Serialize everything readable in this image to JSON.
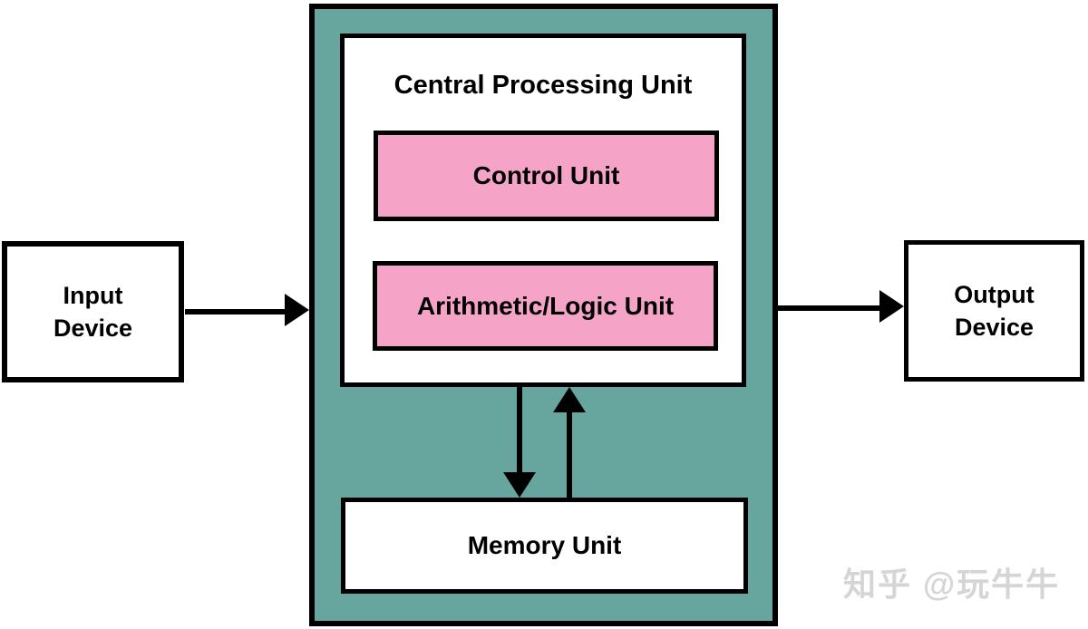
{
  "colors": {
    "background": "#FFFFFF",
    "cpu_fill": "#67A69E",
    "unit_fill": "#F5A4C8",
    "line": "#000000",
    "watermark_text": "#D5D5D5"
  },
  "cpu": {
    "title": "Central Processing Unit",
    "control_unit_label": "Control Unit",
    "alu_label": "Arithmetic/Logic Unit"
  },
  "memory": {
    "label": "Memory Unit"
  },
  "input_device": {
    "lines": [
      "Input",
      "Device"
    ]
  },
  "output_device": {
    "lines": [
      "Output",
      "Device"
    ]
  },
  "watermark": "知乎 @玩牛牛"
}
